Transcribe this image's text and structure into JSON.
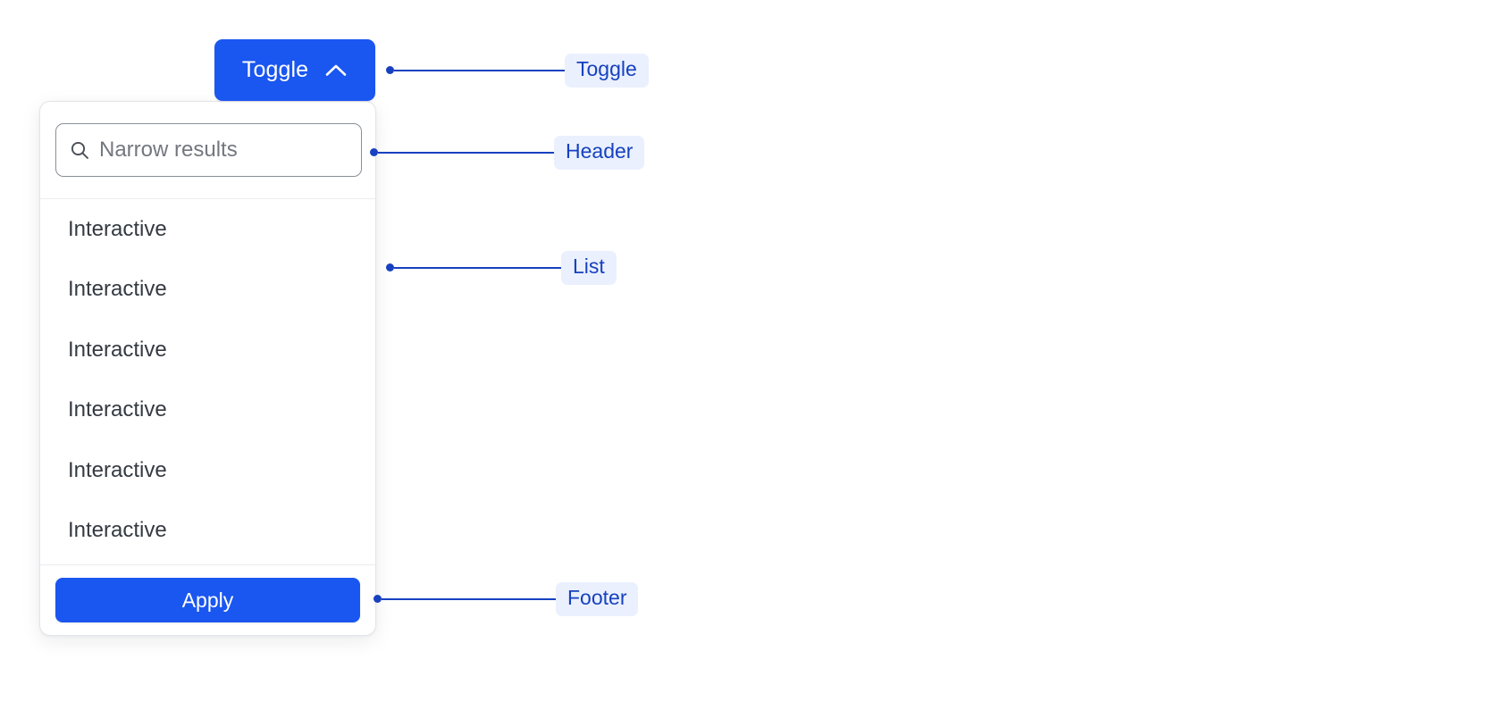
{
  "toggle": {
    "label": "Toggle",
    "icon": "chevron-up-icon",
    "expanded": true,
    "bg_color": "#1a56f0",
    "text_color": "#ffffff"
  },
  "panel": {
    "header": {
      "search": {
        "icon": "search-icon",
        "placeholder": "Narrow results",
        "value": ""
      }
    },
    "list": {
      "items": [
        {
          "label": "Interactive"
        },
        {
          "label": "Interactive"
        },
        {
          "label": "Interactive"
        },
        {
          "label": "Interactive"
        },
        {
          "label": "Interactive"
        },
        {
          "label": "Interactive"
        }
      ]
    },
    "footer": {
      "apply_label": "Apply",
      "apply_bg_color": "#1a56f0"
    },
    "bg_color": "#ffffff",
    "border_color": "#e3e5e9"
  },
  "annotations": {
    "badge_bg_color": "#eaf0fd",
    "badge_text_color": "#1741c0",
    "items": [
      {
        "label": "Toggle",
        "target": "toggle-button"
      },
      {
        "label": "Header",
        "target": "panel-header"
      },
      {
        "label": "List",
        "target": "panel-list"
      },
      {
        "label": "Footer",
        "target": "panel-footer"
      }
    ]
  }
}
